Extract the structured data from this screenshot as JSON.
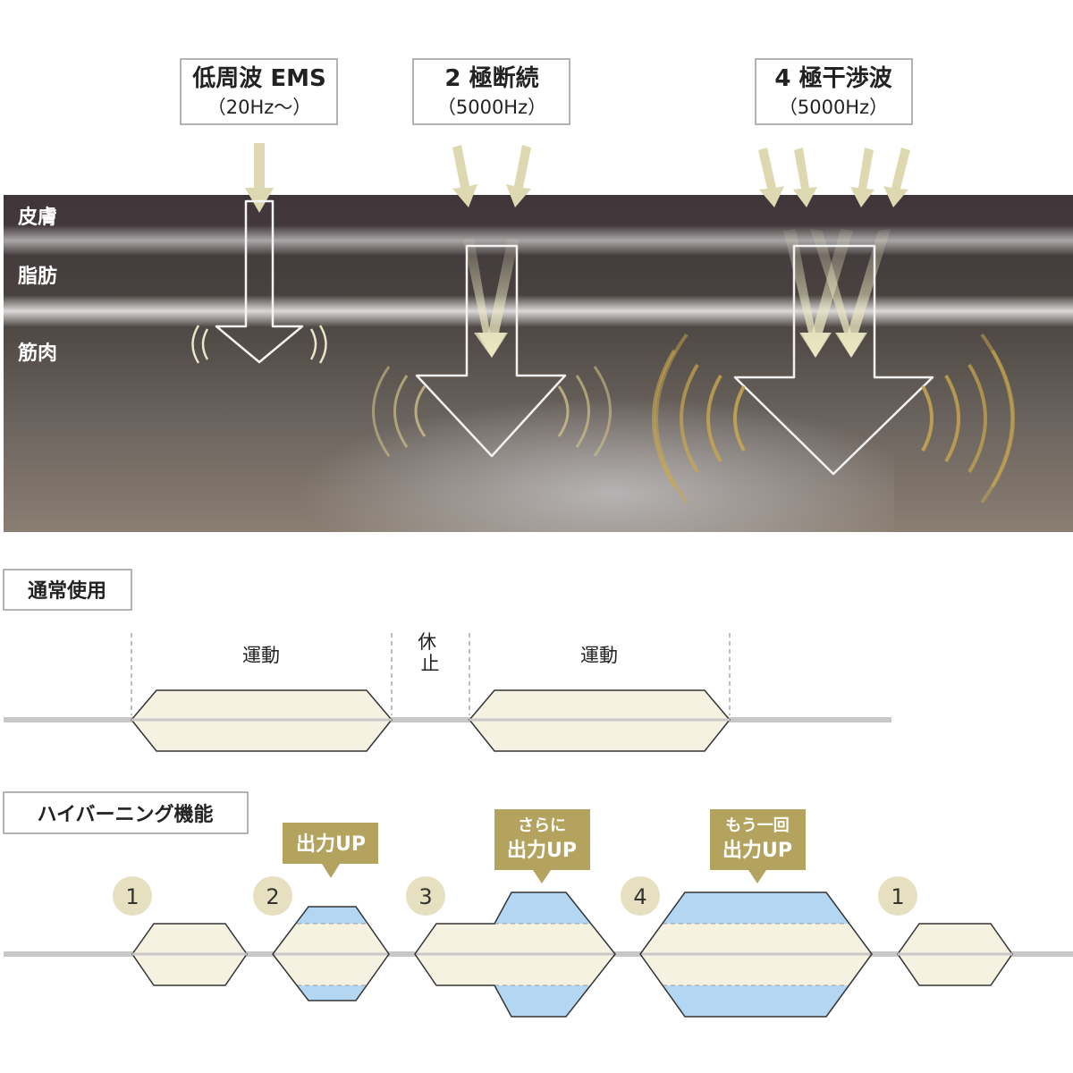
{
  "top": {
    "tags": [
      {
        "title": "低周波 EMS",
        "sub": "（20Hz〜）"
      },
      {
        "title": "2 極断続",
        "sub": "（5000Hz）"
      },
      {
        "title": "4 極干渉波",
        "sub": "（5000Hz）"
      }
    ],
    "layers": {
      "skin": "皮膚",
      "fat": "脂肪",
      "muscle": "筋肉"
    }
  },
  "normal": {
    "title": "通常使用",
    "exercise_label": "運動",
    "rest_label": "休止"
  },
  "hyper": {
    "title": "ハイバーニング機能",
    "steps": [
      "1",
      "2",
      "3",
      "4",
      "1"
    ],
    "callouts": [
      {
        "line1": "",
        "line2": "出力UP"
      },
      {
        "line1": "さらに",
        "line2": "出力UP"
      },
      {
        "line1": "もう一回",
        "line2": "出力UP"
      }
    ]
  },
  "colors": {
    "arrow": "#ddd8b0",
    "gold": "#b4a35e",
    "pulse_fill": "#f6f2e2",
    "blue": "#b3d7f2",
    "track": "#c8c8c8",
    "wave": "#d4b46a"
  }
}
